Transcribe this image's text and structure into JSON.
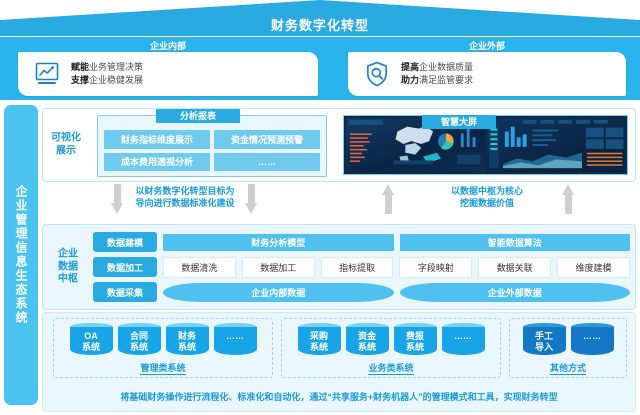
{
  "roof": {
    "title": "财务数字化转型"
  },
  "top_band": {
    "columns": [
      {
        "label": "企业内部",
        "icon": "line-chart-monitor-icon",
        "lines": [
          {
            "strong": "赋能",
            "rest": "业务管理决策"
          },
          {
            "strong": "支撑",
            "rest": "企业稳健发展"
          }
        ]
      },
      {
        "label": "企业外部",
        "icon": "shield-magnifier-icon",
        "lines": [
          {
            "strong": "提高",
            "rest": "企业数据质量"
          },
          {
            "strong": "助力",
            "rest": "满足监管要求"
          }
        ]
      }
    ]
  },
  "spine": {
    "text": "企业管理信息生态系统"
  },
  "visualization": {
    "label": "可视化\n展示",
    "report": {
      "title": "分析报表",
      "cells": [
        "财务指标维度展示",
        "资金情况预测预警",
        "成本费用透视分析",
        "……"
      ]
    },
    "screen": {
      "title": "智慧大屏",
      "icon": "dashboard-screenshot-icon"
    }
  },
  "arrows": {
    "down_caption": "以财务数字化转型目标为\n导向进行数据标准化建设",
    "up_caption": "以数据中枢为核心\n挖掘数据价值"
  },
  "hub": {
    "label": "企业\n数据\n中枢",
    "rows": [
      {
        "key": "数据建模",
        "kind": "bar",
        "cells": [
          "财务分析模型",
          "智能数据算法"
        ]
      },
      {
        "key": "数据加工",
        "kind": "box",
        "cells": [
          "数据清洗",
          "数据加工",
          "指标提取",
          "字段映射",
          "数据关联",
          "维度建模"
        ]
      },
      {
        "key": "数据采集",
        "kind": "pill",
        "cells": [
          "企业内部数据",
          "企业外部数据"
        ]
      }
    ]
  },
  "base": {
    "groups": [
      {
        "name": "管理类系统",
        "style": "light",
        "systems": [
          "OA\n系统",
          "合同\n系统",
          "财务\n系统",
          "……"
        ]
      },
      {
        "name": "业务类系统",
        "style": "light",
        "systems": [
          "采购\n系统",
          "资金\n系统",
          "费报\n系统",
          "……"
        ]
      },
      {
        "name": "其他方式",
        "style": "dark",
        "systems": [
          "手工\n导入",
          "……"
        ]
      }
    ],
    "caption": "将基础财务操作进行流程化、标准化和自动化，通过“共享服务+财务机器人”的管理模式和工具，实现财务转型"
  },
  "colors": {
    "brand": "#29ABE2",
    "brand_light": "#4FC0EF",
    "panel_bg": "#E9F6FD",
    "text_blue": "#1C9BD8",
    "cyl_light": "#18A5E8",
    "cyl_dark": "#1277C4"
  }
}
